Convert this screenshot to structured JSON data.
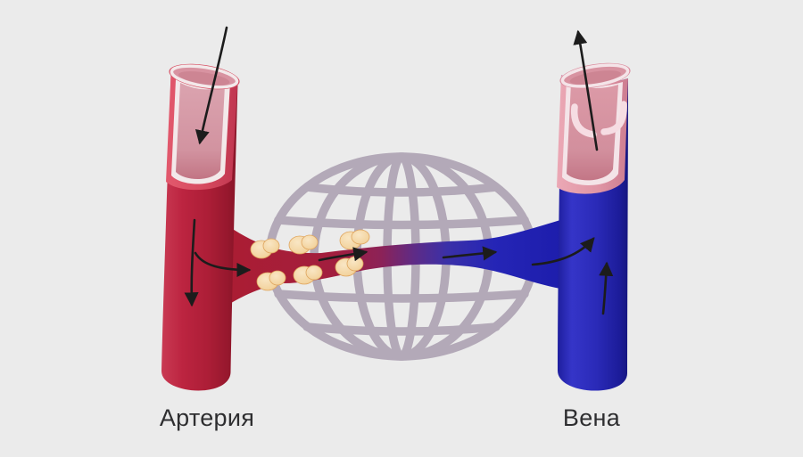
{
  "labels": {
    "artery": "Артерия",
    "vein": "Вена"
  },
  "colors": {
    "background": "#ebebeb",
    "artery_red": "#b5203a",
    "artery_dark_edge": "#8f1a2e",
    "artery_cut_wall": "#d94f63",
    "lumen_pink": "#d893a1",
    "cut_rim_white": "#f3e9ea",
    "vein_blue": "#2a2ab8",
    "vein_dark_edge": "#1b1b98",
    "vein_cut_wall": "#e096a6",
    "venous_valve": "#f6dde3",
    "capillary_mesh_gray": "#b3a9b8",
    "capillary_gradient_left": "#ab1d33",
    "capillary_gradient_mid": "#5e2b86",
    "capillary_gradient_right": "#1d1dac",
    "sphincter_tan": "#efc286",
    "arrow_black": "#1c1c1c",
    "label_text": "#2e2e30"
  },
  "parts": {
    "artery": {
      "label": "Артерия",
      "cut_open": true,
      "valves": 0
    },
    "vein": {
      "label": "Вена",
      "cut_open": true,
      "valves": 2
    },
    "capillary_network": {
      "style": "globe-mesh"
    },
    "precapillary_sphincters": {
      "count": 6
    }
  },
  "arrows": [
    {
      "name": "flow-into-artery",
      "direction": "down"
    },
    {
      "name": "flow-down-artery",
      "direction": "down"
    },
    {
      "name": "flow-artery-to-capillary",
      "direction": "right"
    },
    {
      "name": "flow-capillary-left",
      "direction": "right"
    },
    {
      "name": "flow-capillary-right",
      "direction": "right"
    },
    {
      "name": "flow-venule-to-vein",
      "direction": "up-right"
    },
    {
      "name": "flow-up-vein",
      "direction": "up"
    },
    {
      "name": "flow-out-of-vein",
      "direction": "up"
    }
  ]
}
